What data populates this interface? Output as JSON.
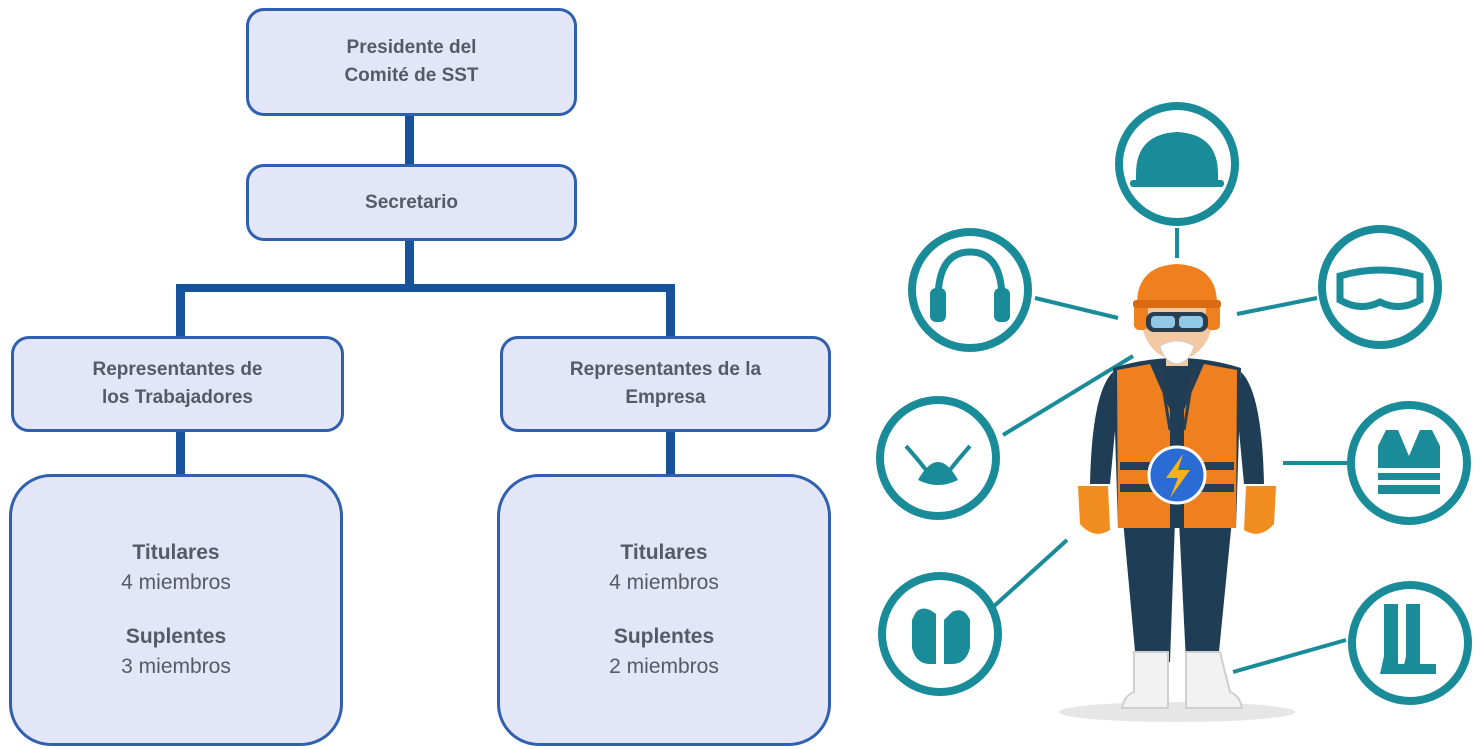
{
  "org_chart": {
    "president": "Presidente del\nComité de SST",
    "secretary": "Secretario",
    "workers": {
      "title": "Representantes de\nlos Trabajadores",
      "titulares_label": "Titulares",
      "titulares_count": "4 miembros",
      "suplentes_label": "Suplentes",
      "suplentes_count": "3 miembros"
    },
    "company": {
      "title": "Representantes de la\nEmpresa",
      "titulares_label": "Titulares",
      "titulares_count": "4 miembros",
      "suplentes_label": "Suplentes",
      "suplentes_count": "2 miembros"
    }
  },
  "illustration": {
    "subject": "worker-with-ppe",
    "icons": [
      "hard-hat-icon",
      "earmuffs-icon",
      "goggles-icon",
      "face-mask-icon",
      "safety-vest-icon",
      "gloves-icon",
      "boots-icon"
    ],
    "colors": {
      "ring": "#1a8c99",
      "icon": "#1a8c99",
      "helmet": "#f07f1e",
      "vest": "#f07f1e",
      "shirt": "#1f3e55",
      "skin": "#f3c9a4",
      "badge": "#2b6bd6",
      "bolt": "#f5b21b"
    }
  }
}
